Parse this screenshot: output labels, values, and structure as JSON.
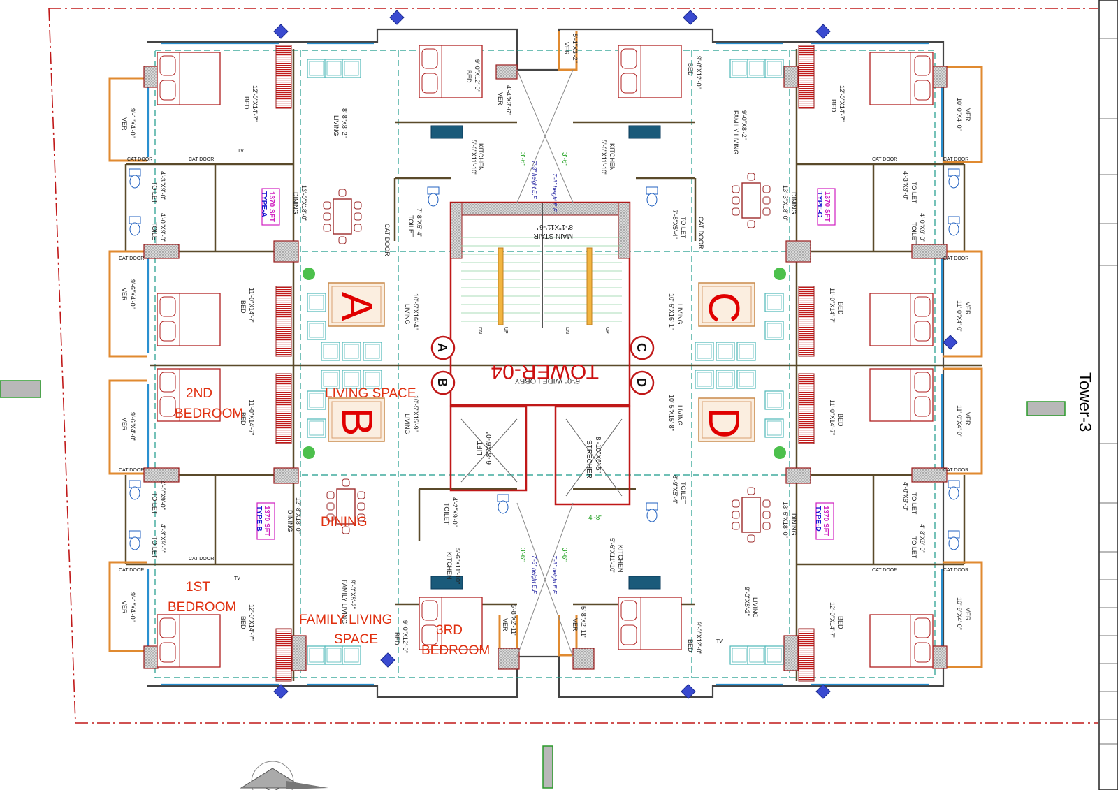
{
  "tower": {
    "title": "TOWER-04",
    "lobby": "6'-0\" WIDE LOBBY",
    "neighbor": "Tower-3",
    "main_stair": "MAIN STAIR",
    "main_stair_dim": "8'-1\"X11'-6\"",
    "lift": "LIFT",
    "lift_dim": "6'-8\"X6'-0\"",
    "strecher": "STRECHER",
    "strecher_dim": "8'-10\"X6'-5\"",
    "up": "UP",
    "dn": "DN"
  },
  "units": [
    "A",
    "B",
    "C",
    "D"
  ],
  "type_labels": {
    "a": {
      "area": "1370 SFT",
      "type": "TYPE-A"
    },
    "b": {
      "area": "1370 SFT",
      "type": "TYPE-B"
    },
    "c": {
      "area": "1370 SFT",
      "type": "TYPE-C"
    },
    "d": {
      "area": "1370 SFT",
      "type": "TYPE-D"
    }
  },
  "annotations": {
    "second_bedroom_1": "2ND",
    "second_bedroom_2": "BEDROOM",
    "living_space": "LIVING SPACE",
    "dining": "DINING",
    "first_bedroom_1": "1ST",
    "first_bedroom_2": "BEDROOM",
    "family_living_1": "FAMILY LIVING",
    "family_living_2": "SPACE",
    "third_bedroom_1": "3RD",
    "third_bedroom_2": "BEDROOM"
  },
  "rooms": {
    "bed": "BED",
    "living": "LIVING",
    "kitchen": "KITCHEN",
    "toilet": "TOILET",
    "dining": "DINING",
    "ver": "VER",
    "family_living": "FAMILY LIVING",
    "cat_door": "CAT DOOR",
    "tv": "TV",
    "height": "7'-3\" height E.F",
    "gap": "3'-6\"",
    "gap2": "4'-8\""
  },
  "dims": {
    "bed_12x14": "12'-0\"X14'-7\"",
    "bed_11x14": "11'-0\"X14'-7\"",
    "bed_9x12": "9'-0\"X12'-0\"",
    "living_8x8": "8'-8\"X8'-2\"",
    "living_9x8": "9'-0\"X8'-2\"",
    "living_10x16": "10'-5\"X16'-4\"",
    "living_10x16b": "10'-5\"X16'-1\"",
    "living_10x15": "10'-5\"X15'-9\"",
    "living_10x15b": "10'-5\"X15'-8\"",
    "kitchen_5x11": "5'-6\"X11'-10\"",
    "toilet_7x5": "7'-8\"X5'-4\"",
    "toilet_4x9": "4'-3\"X9'-0\"",
    "toilet_4x9b": "4'-0\"X9'-0\"",
    "toilet_4x9c": "4'-2\"X9'-0\"",
    "toilet_6x5": "6'-9\"X5'-4\"",
    "dining_13x18": "13'-0\"X18'-0\"",
    "dining_13x18b": "13'-3\"X18'-0\"",
    "dining_12x18": "12'-8\"X18'-0\"",
    "dining_13x18c": "13'-5\"X18'-0\"",
    "ver_9x4": "9'-1\"X4'-0\"",
    "ver_9x4b": "9'-6\"X4'-0\"",
    "ver_10x4": "10'-0\"X4'-0\"",
    "ver_11x4": "11'-0\"X4'-0\"",
    "ver_10x4b": "10'-9\"X4'-0\"",
    "ver_4x3": "4'-4\"X3'-6\"",
    "ver_5x3": "5'-1\"X3'-2\"",
    "ver_5x2": "5'-8\"X2'-11\"",
    "ver_5x2b": "5'-8\"X2'-11\""
  }
}
